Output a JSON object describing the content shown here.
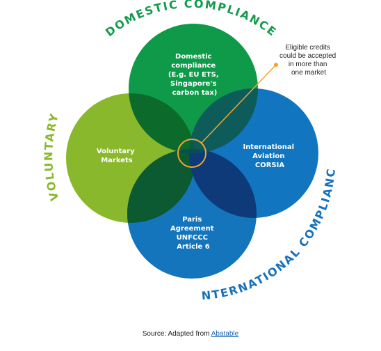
{
  "arcs": {
    "domestic": "DOMESTIC COMPLIANCE",
    "voluntary": "VOLUNTARY",
    "international": "INTERNATIONAL COMPLIANCE"
  },
  "circles": {
    "domestic": [
      "Domestic",
      "compliance",
      "(E.g. EU ETS,",
      "Singapore's",
      "carbon tax)"
    ],
    "voluntary": [
      "Voluntary",
      "Markets"
    ],
    "aviation": [
      "International",
      "Aviation",
      "CORSIA"
    ],
    "paris": [
      "Paris",
      "Agreement",
      "UNFCCC",
      "Article 6"
    ]
  },
  "callout": [
    "Eligible credits",
    "could be accepted",
    "in more than",
    "one market"
  ],
  "source": {
    "prefix": "Source: Adapted from",
    "link": "Abatable"
  },
  "colors": {
    "domestic_green": "#0f9a49",
    "voluntary_green": "#8ab82c",
    "aviation_blue": "#1175c0",
    "paris_blue": "#1475bd",
    "overlap_dark_green": "#0c6b2b",
    "overlap_dark_blue": "#0e3a7a",
    "overlap_teal": "#0d5c5a",
    "overlap_blue_green": "#0a5a78",
    "highlight_orange": "#f2a431",
    "label_domestic_green": "#149a4d",
    "label_voluntary_green": "#8ab82c",
    "label_international_blue": "#1671b9"
  }
}
